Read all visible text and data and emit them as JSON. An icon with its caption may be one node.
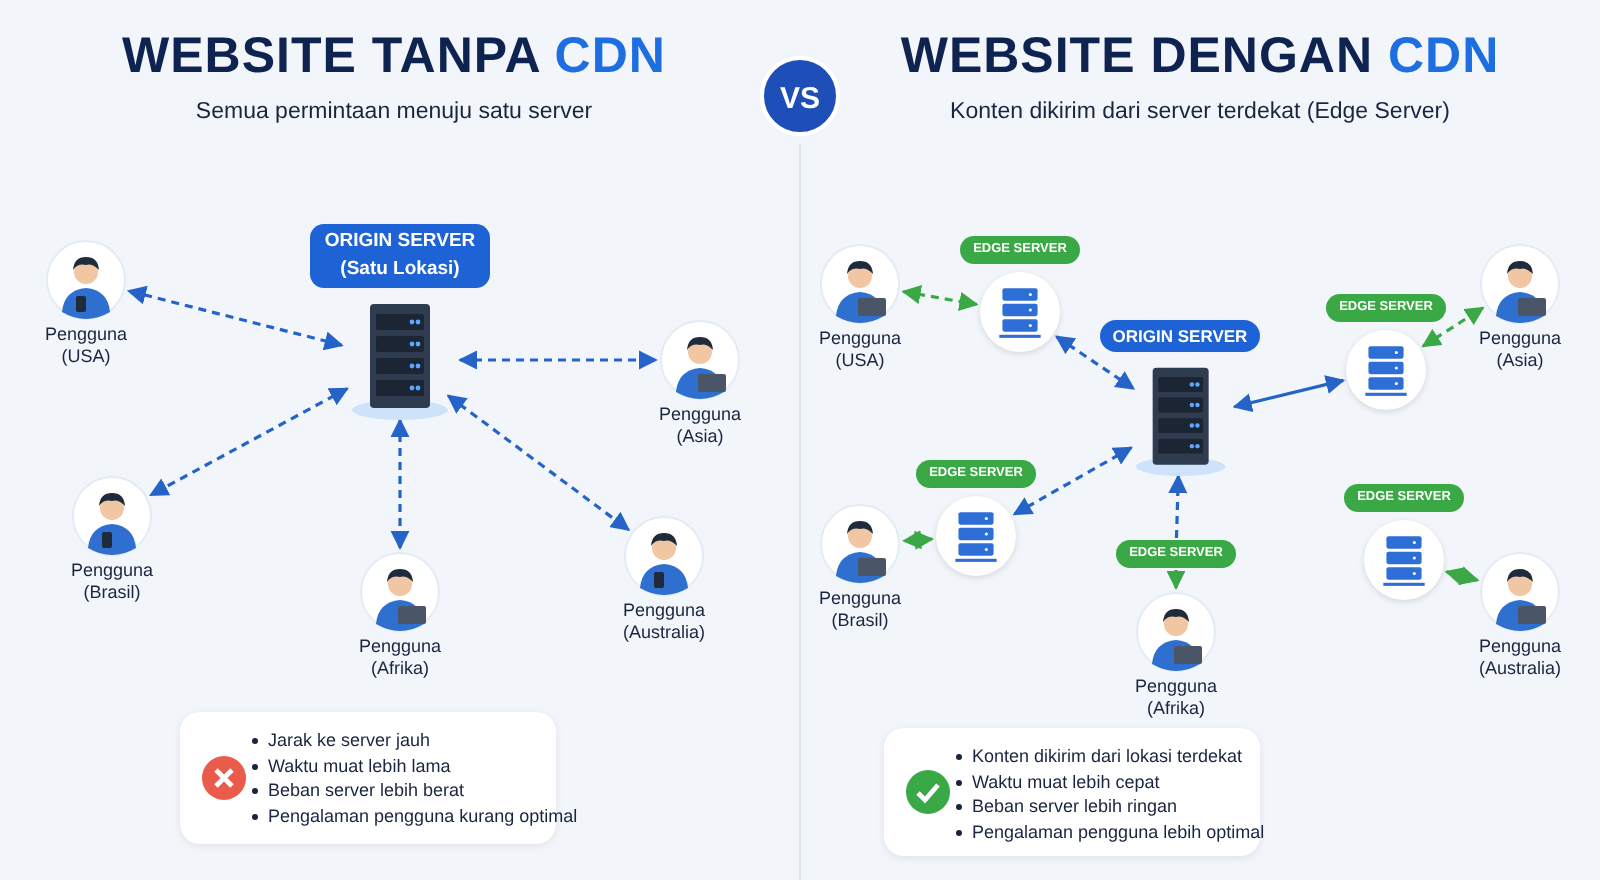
{
  "diagram": {
    "nodes": [
      {
        "text": [
          "ORIGIN SERVER (Satu Lokasi)"
        ]
      },
      {
        "text": [
          "Pengguna (USA)"
        ]
      },
      {
        "text": [
          "Pengguna (Asia)"
        ]
      },
      {
        "text": [
          "Pengguna (Brasil)"
        ]
      },
      {
        "text": [
          "Pengguna (Afrika)"
        ]
      },
      {
        "text": [
          "Pengguna (Australia)"
        ]
      },
      {
        "text": [
          "ORIGIN SERVER"
        ]
      },
      {
        "text": [
          "EDGE SERVER"
        ]
      },
      {
        "text": [
          "Pengguna (USA)"
        ]
      },
      {
        "text": [
          "EDGE SERVER"
        ]
      },
      {
        "text": [
          "Pengguna (Asia)"
        ]
      },
      {
        "text": [
          "EDGE SERVER"
        ]
      },
      {
        "text": [
          "Pengguna (Brasil)"
        ]
      },
      {
        "text": [
          "EDGE SERVER"
        ]
      },
      {
        "text": [
          "Pengguna (Afrika)"
        ]
      },
      {
        "text": [
          "EDGE SERVER"
        ]
      },
      {
        "text": [
          "Pengguna (Australia)"
        ]
      },
      {
        "text": [
          "VS"
        ]
      },
      {
        "text": [
          "Jarak ke server jauh",
          "Waktu muat lebih lama",
          "Beban server lebih berat",
          "Pengalaman pengguna kurang optimal"
        ]
      },
      {
        "text": [
          "Konten dikirim dari lokasi terdekat",
          "Waktu muat lebih cepat",
          "Beban server lebih ringan",
          "Pengalaman pengguna lebih optimal"
        ]
      }
    ],
    "edges": [
      {
        "from": 0,
        "to": 1,
        "arrow": "both",
        "style": "dashed"
      },
      {
        "from": 0,
        "to": 2,
        "arrow": "both",
        "style": "dashed"
      },
      {
        "from": 0,
        "to": 3,
        "arrow": "both",
        "style": "dashed"
      },
      {
        "from": 0,
        "to": 4,
        "arrow": "both",
        "style": "dashed"
      },
      {
        "from": 0,
        "to": 5,
        "arrow": "both",
        "style": "dashed"
      },
      {
        "from": 8,
        "to": 7,
        "arrow": "both",
        "style": "dashed",
        "color": "#3aa845"
      },
      {
        "from": 7,
        "to": 6,
        "arrow": "both",
        "style": "dashed"
      },
      {
        "from": 6,
        "to": 9,
        "arrow": "both"
      },
      {
        "from": 9,
        "to": 10,
        "arrow": "both",
        "style": "dashed",
        "color": "#3aa845"
      },
      {
        "from": 6,
        "to": 11,
        "arrow": "both",
        "style": "dashed"
      },
      {
        "from": 11,
        "to": 12,
        "arrow": "both",
        "style": "dashed",
        "color": "#3aa845"
      },
      {
        "from": 13,
        "to": 6,
        "arrow": "to",
        "style": "dashed"
      },
      {
        "from": 13,
        "to": 14,
        "arrow": "to",
        "style": "dashed",
        "color": "#3aa845"
      },
      {
        "from": 15,
        "to": 16,
        "arrow": "both",
        "style": "dashed",
        "color": "#3aa845"
      }
    ],
    "labels": [
      "WEBSITE TANPA CDN",
      "Semua permintaan menuju satu server",
      "WEBSITE DENGAN CDN",
      "Konten dikirim dari server terdekat (Edge Server)"
    ]
  }
}
